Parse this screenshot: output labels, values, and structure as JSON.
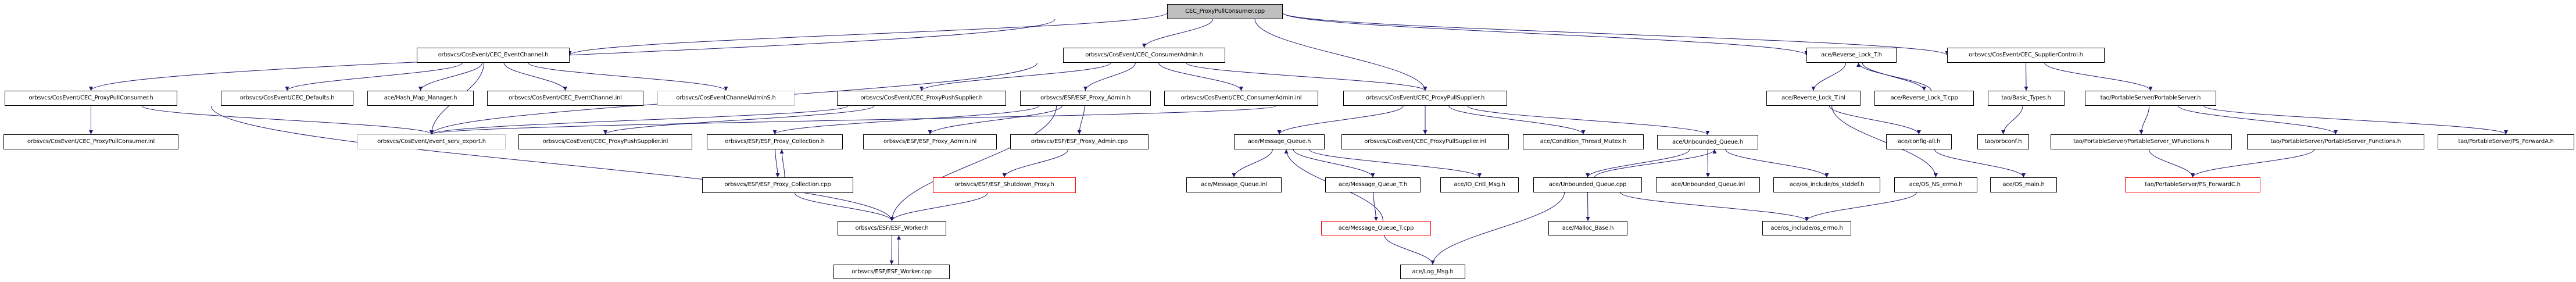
{
  "title": "CEC_ProxyPullConsumer.cpp include dependency graph",
  "colors": {
    "edge": "#191970",
    "root_fill": "#bfbfbf",
    "truncated_border": "#ff0000",
    "missing_border": "#bfbfbf",
    "border": "#000000"
  },
  "nodes": {
    "root": "CEC_ProxyPullConsumer.cpp",
    "event_channel_h": "orbsvcs/CosEvent/CEC_EventChannel.h",
    "consumer_admin_h": "orbsvcs/CosEvent/CEC_ConsumerAdmin.h",
    "reverse_lock_t_h": "ace/Reverse_Lock_T.h",
    "supplier_control_h": "orbsvcs/CosEvent/CEC_SupplierControl.h",
    "proxy_pull_consumer_h": "orbsvcs/CosEvent/CEC_ProxyPullConsumer.h",
    "defaults_h": "orbsvcs/CosEvent/CEC_Defaults.h",
    "hash_map_manager_h": "ace/Hash_Map_Manager.h",
    "event_channel_inl": "orbsvcs/CosEvent/CEC_EventChannel.inl",
    "cos_event_channel_admin_s_h": "orbsvcs/CosEventChannelAdminS.h",
    "proxy_push_supplier_h": "orbsvcs/CosEvent/CEC_ProxyPushSupplier.h",
    "esf_proxy_admin_h": "orbsvcs/ESF/ESF_Proxy_Admin.h",
    "consumer_admin_inl": "orbsvcs/CosEvent/CEC_ConsumerAdmin.inl",
    "proxy_pull_supplier_h": "orbsvcs/CosEvent/CEC_ProxyPullSupplier.h",
    "reverse_lock_t_inl": "ace/Reverse_Lock_T.inl",
    "reverse_lock_t_cpp": "ace/Reverse_Lock_T.cpp",
    "basic_types_h": "tao/Basic_Types.h",
    "portable_server_h": "tao/PortableServer/PortableServer.h",
    "proxy_pull_consumer_inl": "orbsvcs/CosEvent/CEC_ProxyPullConsumer.inl",
    "event_serv_export_h": "orbsvcs/CosEvent/event_serv_export.h",
    "proxy_push_supplier_inl": "orbsvcs/CosEvent/CEC_ProxyPushSupplier.inl",
    "esf_proxy_collection_h": "orbsvcs/ESF/ESF_Proxy_Collection.h",
    "esf_proxy_admin_inl": "orbsvcs/ESF/ESF_Proxy_Admin.inl",
    "esf_proxy_admin_cpp": "orbsvcs/ESF/ESF_Proxy_Admin.cpp",
    "message_queue_h": "ace/Message_Queue.h",
    "proxy_pull_supplier_inl": "orbsvcs/CosEvent/CEC_ProxyPullSupplier.inl",
    "condition_thread_mutex_h": "ace/Condition_Thread_Mutex.h",
    "unbounded_queue_h": "ace/Unbounded_Queue.h",
    "config_all_h": "ace/config-all.h",
    "orbconf_h": "tao/orbconf.h",
    "ps_wfunctions_h": "tao/PortableServer/PortableServer_WFunctions.h",
    "ps_functions_h": "tao/PortableServer/PortableServer_Functions.h",
    "ps_forward_a_h": "tao/PortableServer/PS_ForwardA.h",
    "esf_proxy_collection_cpp": "orbsvcs/ESF/ESF_Proxy_Collection.cpp",
    "esf_shutdown_proxy_h": "orbsvcs/ESF/ESF_Shutdown_Proxy.h",
    "message_queue_inl": "ace/Message_Queue.inl",
    "message_queue_t_h": "ace/Message_Queue_T.h",
    "io_cntl_msg_h": "ace/IO_Cntl_Msg.h",
    "unbounded_queue_cpp": "ace/Unbounded_Queue.cpp",
    "unbounded_queue_inl": "ace/Unbounded_Queue.inl",
    "os_stddef_h": "ace/os_include/os_stddef.h",
    "os_ns_errno_h": "ace/OS_NS_errno.h",
    "os_main_h": "ace/OS_main.h",
    "ps_forward_c_h": "tao/PortableServer/PS_ForwardC.h",
    "esf_worker_h": "orbsvcs/ESF/ESF_Worker.h",
    "message_queue_t_cpp": "ace/Message_Queue_T.cpp",
    "malloc_base_h": "ace/Malloc_Base.h",
    "os_errno_h": "ace/os_include/os_errno.h",
    "esf_worker_cpp": "orbsvcs/ESF/ESF_Worker.cpp",
    "log_msg_h": "ace/Log_Msg.h"
  },
  "edges": [
    [
      "root",
      "event_channel_h"
    ],
    [
      "root",
      "proxy_pull_consumer_h"
    ],
    [
      "root",
      "consumer_admin_h"
    ],
    [
      "root",
      "proxy_pull_supplier_h"
    ],
    [
      "root",
      "reverse_lock_t_h"
    ],
    [
      "root",
      "supplier_control_h"
    ],
    [
      "event_channel_h",
      "defaults_h"
    ],
    [
      "event_channel_h",
      "hash_map_manager_h"
    ],
    [
      "event_channel_h",
      "event_channel_inl"
    ],
    [
      "event_channel_h",
      "cos_event_channel_admin_s_h"
    ],
    [
      "event_channel_h",
      "event_serv_export_h"
    ],
    [
      "proxy_pull_consumer_h",
      "proxy_pull_consumer_inl"
    ],
    [
      "proxy_pull_consumer_h",
      "event_serv_export_h"
    ],
    [
      "proxy_pull_consumer_h",
      "esf_worker_h"
    ],
    [
      "consumer_admin_h",
      "proxy_push_supplier_h"
    ],
    [
      "consumer_admin_h",
      "esf_proxy_admin_h"
    ],
    [
      "consumer_admin_h",
      "consumer_admin_inl"
    ],
    [
      "consumer_admin_h",
      "proxy_pull_supplier_h"
    ],
    [
      "consumer_admin_h",
      "event_serv_export_h"
    ],
    [
      "proxy_push_supplier_h",
      "proxy_push_supplier_inl"
    ],
    [
      "proxy_push_supplier_h",
      "event_serv_export_h"
    ],
    [
      "esf_proxy_admin_h",
      "esf_proxy_collection_h"
    ],
    [
      "esf_proxy_admin_h",
      "esf_proxy_admin_inl"
    ],
    [
      "esf_proxy_admin_h",
      "esf_proxy_admin_cpp"
    ],
    [
      "esf_proxy_admin_h",
      "esf_worker_h"
    ],
    [
      "esf_proxy_collection_h",
      "esf_proxy_collection_cpp"
    ],
    [
      "esf_proxy_collection_cpp",
      "esf_proxy_collection_h"
    ],
    [
      "esf_proxy_collection_cpp",
      "esf_worker_h"
    ],
    [
      "esf_proxy_admin_cpp",
      "esf_shutdown_proxy_h"
    ],
    [
      "esf_shutdown_proxy_h",
      "esf_worker_h"
    ],
    [
      "esf_worker_h",
      "esf_worker_cpp"
    ],
    [
      "esf_worker_cpp",
      "esf_worker_h"
    ],
    [
      "proxy_pull_supplier_h",
      "event_serv_export_h"
    ],
    [
      "proxy_pull_supplier_h",
      "message_queue_h"
    ],
    [
      "proxy_pull_supplier_h",
      "proxy_pull_supplier_inl"
    ],
    [
      "proxy_pull_supplier_h",
      "condition_thread_mutex_h"
    ],
    [
      "proxy_pull_supplier_h",
      "unbounded_queue_h"
    ],
    [
      "message_queue_h",
      "message_queue_inl"
    ],
    [
      "message_queue_h",
      "message_queue_t_h"
    ],
    [
      "message_queue_h",
      "io_cntl_msg_h"
    ],
    [
      "message_queue_t_h",
      "message_queue_t_cpp"
    ],
    [
      "message_queue_t_cpp",
      "message_queue_h"
    ],
    [
      "message_queue_t_cpp",
      "log_msg_h"
    ],
    [
      "unbounded_queue_h",
      "unbounded_queue_cpp"
    ],
    [
      "unbounded_queue_cpp",
      "unbounded_queue_h"
    ],
    [
      "unbounded_queue_h",
      "unbounded_queue_inl"
    ],
    [
      "unbounded_queue_h",
      "os_stddef_h"
    ],
    [
      "unbounded_queue_cpp",
      "malloc_base_h"
    ],
    [
      "unbounded_queue_cpp",
      "log_msg_h"
    ],
    [
      "unbounded_queue_cpp",
      "os_errno_h"
    ],
    [
      "reverse_lock_t_h",
      "reverse_lock_t_inl"
    ],
    [
      "reverse_lock_t_h",
      "reverse_lock_t_cpp"
    ],
    [
      "reverse_lock_t_cpp",
      "reverse_lock_t_h"
    ],
    [
      "reverse_lock_t_inl",
      "config_all_h"
    ],
    [
      "reverse_lock_t_inl",
      "os_ns_errno_h"
    ],
    [
      "config_all_h",
      "os_main_h"
    ],
    [
      "os_ns_errno_h",
      "os_errno_h"
    ],
    [
      "supplier_control_h",
      "basic_types_h"
    ],
    [
      "supplier_control_h",
      "portable_server_h"
    ],
    [
      "basic_types_h",
      "orbconf_h"
    ],
    [
      "portable_server_h",
      "ps_wfunctions_h"
    ],
    [
      "portable_server_h",
      "ps_functions_h"
    ],
    [
      "portable_server_h",
      "ps_forward_a_h"
    ],
    [
      "ps_wfunctions_h",
      "ps_forward_c_h"
    ],
    [
      "ps_functions_h",
      "ps_forward_c_h"
    ]
  ]
}
